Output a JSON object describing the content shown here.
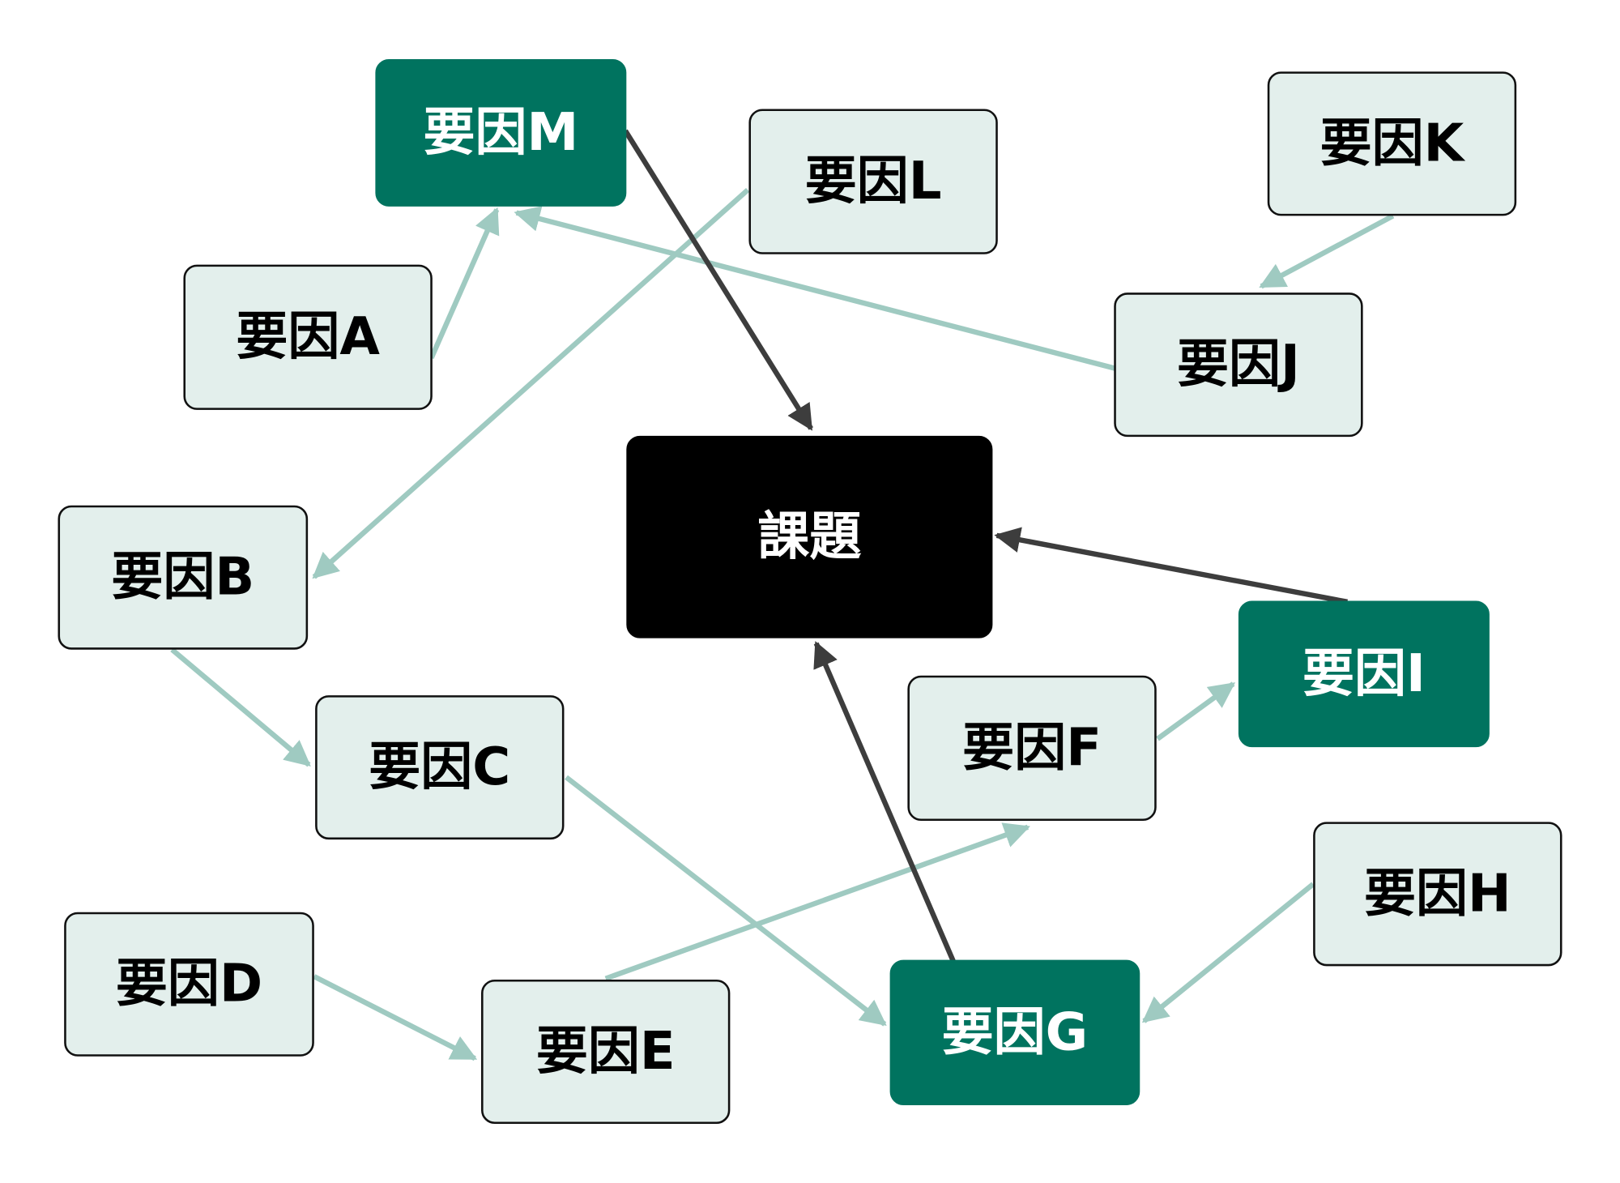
{
  "colors": {
    "teal": "#00735f",
    "light_fill": "#e3efec",
    "light_edge": "#9fcac1",
    "dark_edge": "#3d3d3d",
    "issue_fill": "#000000"
  },
  "nodes": [
    {
      "id": "M",
      "label": "要因M",
      "style": "teal"
    },
    {
      "id": "L",
      "label": "要因L",
      "style": "light"
    },
    {
      "id": "K",
      "label": "要因K",
      "style": "light"
    },
    {
      "id": "A",
      "label": "要因A",
      "style": "light"
    },
    {
      "id": "J",
      "label": "要因J",
      "style": "light"
    },
    {
      "id": "issue",
      "label": "課題",
      "style": "issue"
    },
    {
      "id": "B",
      "label": "要因B",
      "style": "light"
    },
    {
      "id": "I",
      "label": "要因I",
      "style": "teal"
    },
    {
      "id": "F",
      "label": "要因F",
      "style": "light"
    },
    {
      "id": "C",
      "label": "要因C",
      "style": "light"
    },
    {
      "id": "H",
      "label": "要因H",
      "style": "light"
    },
    {
      "id": "D",
      "label": "要因D",
      "style": "light"
    },
    {
      "id": "E",
      "label": "要因E",
      "style": "light"
    },
    {
      "id": "G",
      "label": "要因G",
      "style": "teal"
    }
  ],
  "edges": [
    {
      "from": "A",
      "to": "M",
      "style": "light"
    },
    {
      "from": "J",
      "to": "M",
      "style": "light"
    },
    {
      "from": "L",
      "to": "B",
      "style": "light"
    },
    {
      "from": "K",
      "to": "J",
      "style": "light"
    },
    {
      "from": "B",
      "to": "C",
      "style": "light"
    },
    {
      "from": "C",
      "to": "G",
      "style": "light"
    },
    {
      "from": "D",
      "to": "E",
      "style": "light"
    },
    {
      "from": "E",
      "to": "F",
      "style": "light"
    },
    {
      "from": "F",
      "to": "I",
      "style": "light"
    },
    {
      "from": "H",
      "to": "G",
      "style": "light"
    },
    {
      "from": "M",
      "to": "issue",
      "style": "dark"
    },
    {
      "from": "I",
      "to": "issue",
      "style": "dark"
    },
    {
      "from": "G",
      "to": "issue",
      "style": "dark"
    }
  ]
}
